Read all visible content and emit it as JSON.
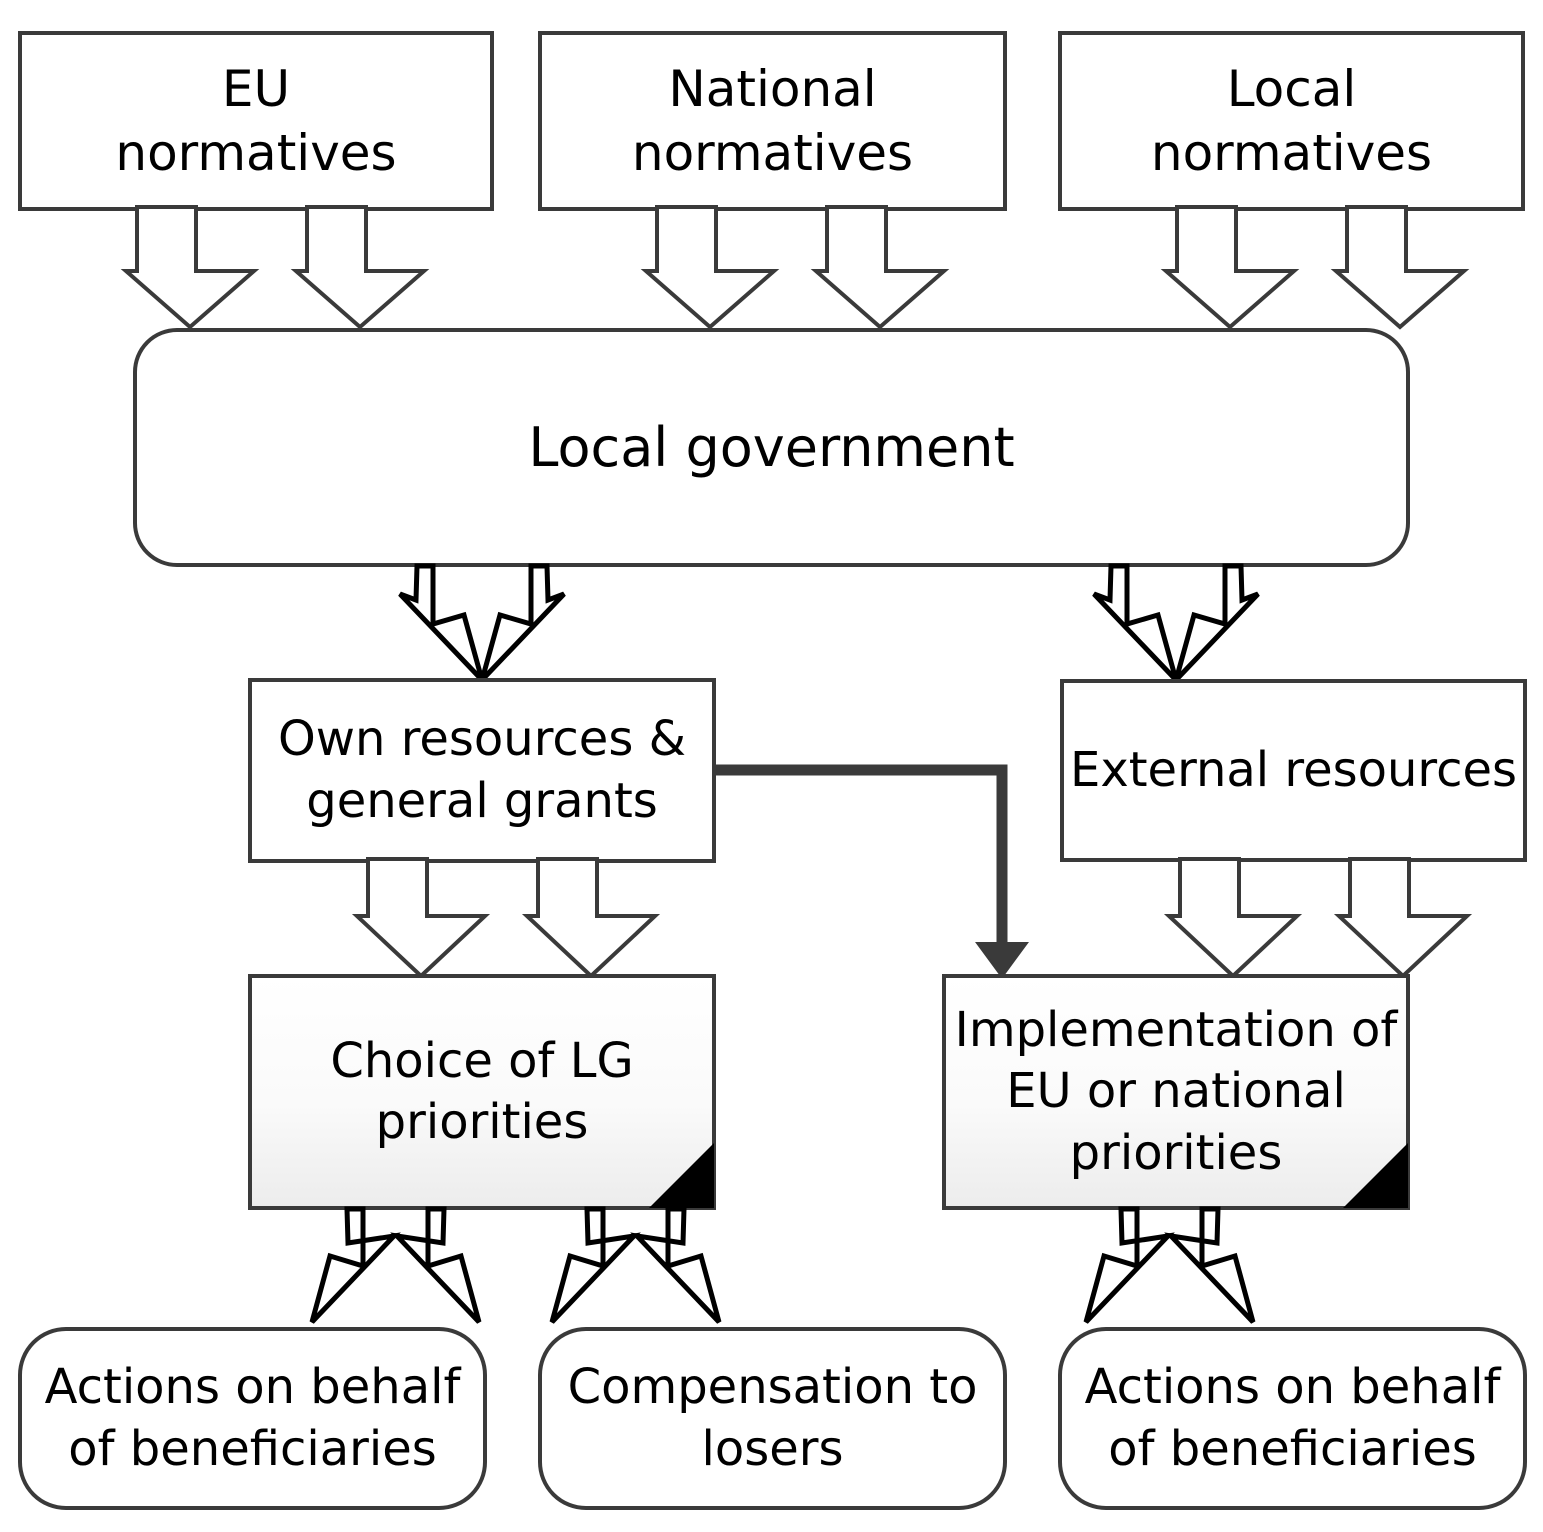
{
  "diagram": {
    "title": "Local government resource allocation flowchart",
    "stroke_color": "#3a3a3a",
    "fill_color": "#ffffff",
    "shadow_color": "#000000",
    "connector_color": "#3a3a3a",
    "gradient_top": "#ffffff",
    "gradient_bottom": "#ececec"
  },
  "nodes": {
    "eu_normatives": {
      "label": "EU\nnormatives"
    },
    "national_normatives": {
      "label": "National\nnormatives"
    },
    "local_normatives": {
      "label": "Local\nnormatives"
    },
    "local_government": {
      "label": "Local government"
    },
    "own_resources": {
      "label": "Own resources &\ngeneral grants"
    },
    "external_resources": {
      "label": "External resources"
    },
    "choice_priorities": {
      "label": "Choice of LG\npriorities"
    },
    "implementation_priorities": {
      "label": "Implementation of\nEU or national\npriorities"
    },
    "actions_left": {
      "label": "Actions on behalf\nof beneficiaries"
    },
    "compensation_losers": {
      "label": "Compensation to\nlosers"
    },
    "actions_right": {
      "label": "Actions on behalf\nof beneficiaries"
    }
  }
}
